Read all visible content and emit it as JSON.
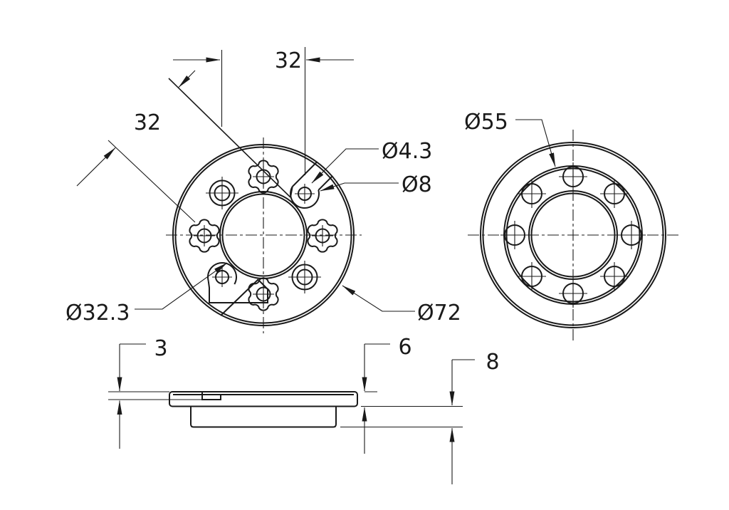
{
  "drawing": {
    "front_view": {
      "spacing_top": "32",
      "spacing_diag": "32",
      "hole_small": "Ø4.3",
      "hole_cbore": "Ø8",
      "center_bore": "Ø32.3",
      "outer_dia": "Ø72"
    },
    "back_view": {
      "flange_dia": "Ø55"
    },
    "side_view": {
      "recess_depth": "3",
      "plate_thickness": "6",
      "boss_height": "8"
    },
    "colors": {
      "line": "#1a1a1a",
      "background": "#ffffff"
    }
  }
}
